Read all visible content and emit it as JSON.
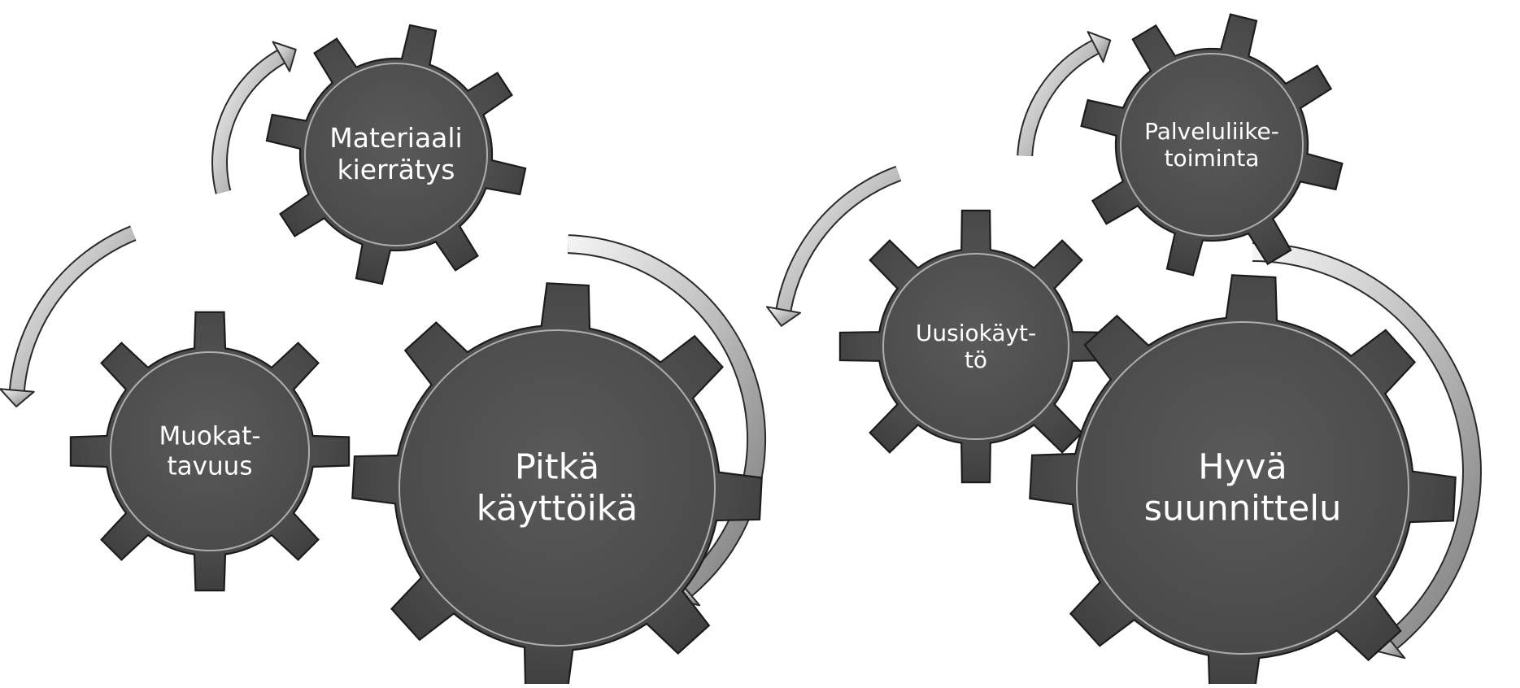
{
  "gears": [
    {
      "id": "materiaali-kierratys",
      "lines": [
        "Materiaali",
        "kierrätys"
      ]
    },
    {
      "id": "muokattavuus",
      "lines": [
        "Muokat-",
        "tavuus"
      ]
    },
    {
      "id": "pitka-kayttoika",
      "lines": [
        "Pitkä",
        "käyttöikä"
      ]
    },
    {
      "id": "palveluliiketoiminta",
      "lines": [
        "Palveluliike-",
        "toiminta"
      ]
    },
    {
      "id": "uusiokaytto",
      "lines": [
        "Uusiokäyt-",
        "tö"
      ]
    },
    {
      "id": "hyva-suunnittelu",
      "lines": [
        "Hyvä",
        "suunnittelu"
      ]
    }
  ],
  "colors": {
    "gear_fill": "#4a4a4a",
    "gear_fill_light": "#6a6a6a",
    "gear_stroke": "#1c1c1c",
    "arrow_light": "#f2f2f2",
    "arrow_dark": "#8a8a8a",
    "label_text": "#ffffff"
  },
  "style": {
    "gear_teeth": 8,
    "arrows_curved": true
  }
}
